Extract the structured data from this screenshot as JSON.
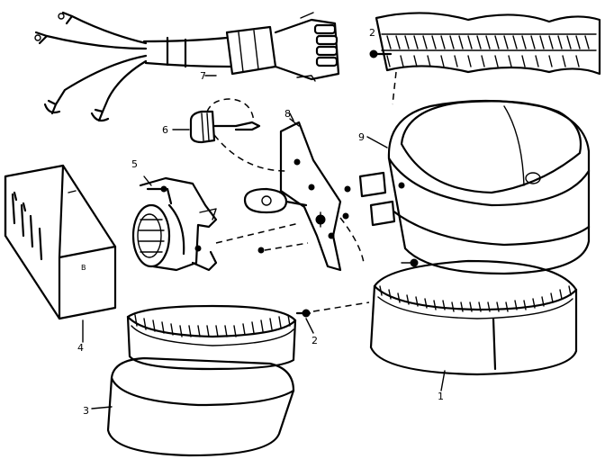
{
  "diagram": {
    "callouts": [
      {
        "id": "1",
        "text": "1"
      },
      {
        "id": "2a",
        "text": "2"
      },
      {
        "id": "2b",
        "text": "2"
      },
      {
        "id": "3",
        "text": "3"
      },
      {
        "id": "4",
        "text": "4"
      },
      {
        "id": "5",
        "text": "5"
      },
      {
        "id": "6",
        "text": "6"
      },
      {
        "id": "7",
        "text": "7"
      },
      {
        "id": "8",
        "text": "8"
      },
      {
        "id": "9",
        "text": "9"
      }
    ],
    "cover_mark": "B"
  }
}
